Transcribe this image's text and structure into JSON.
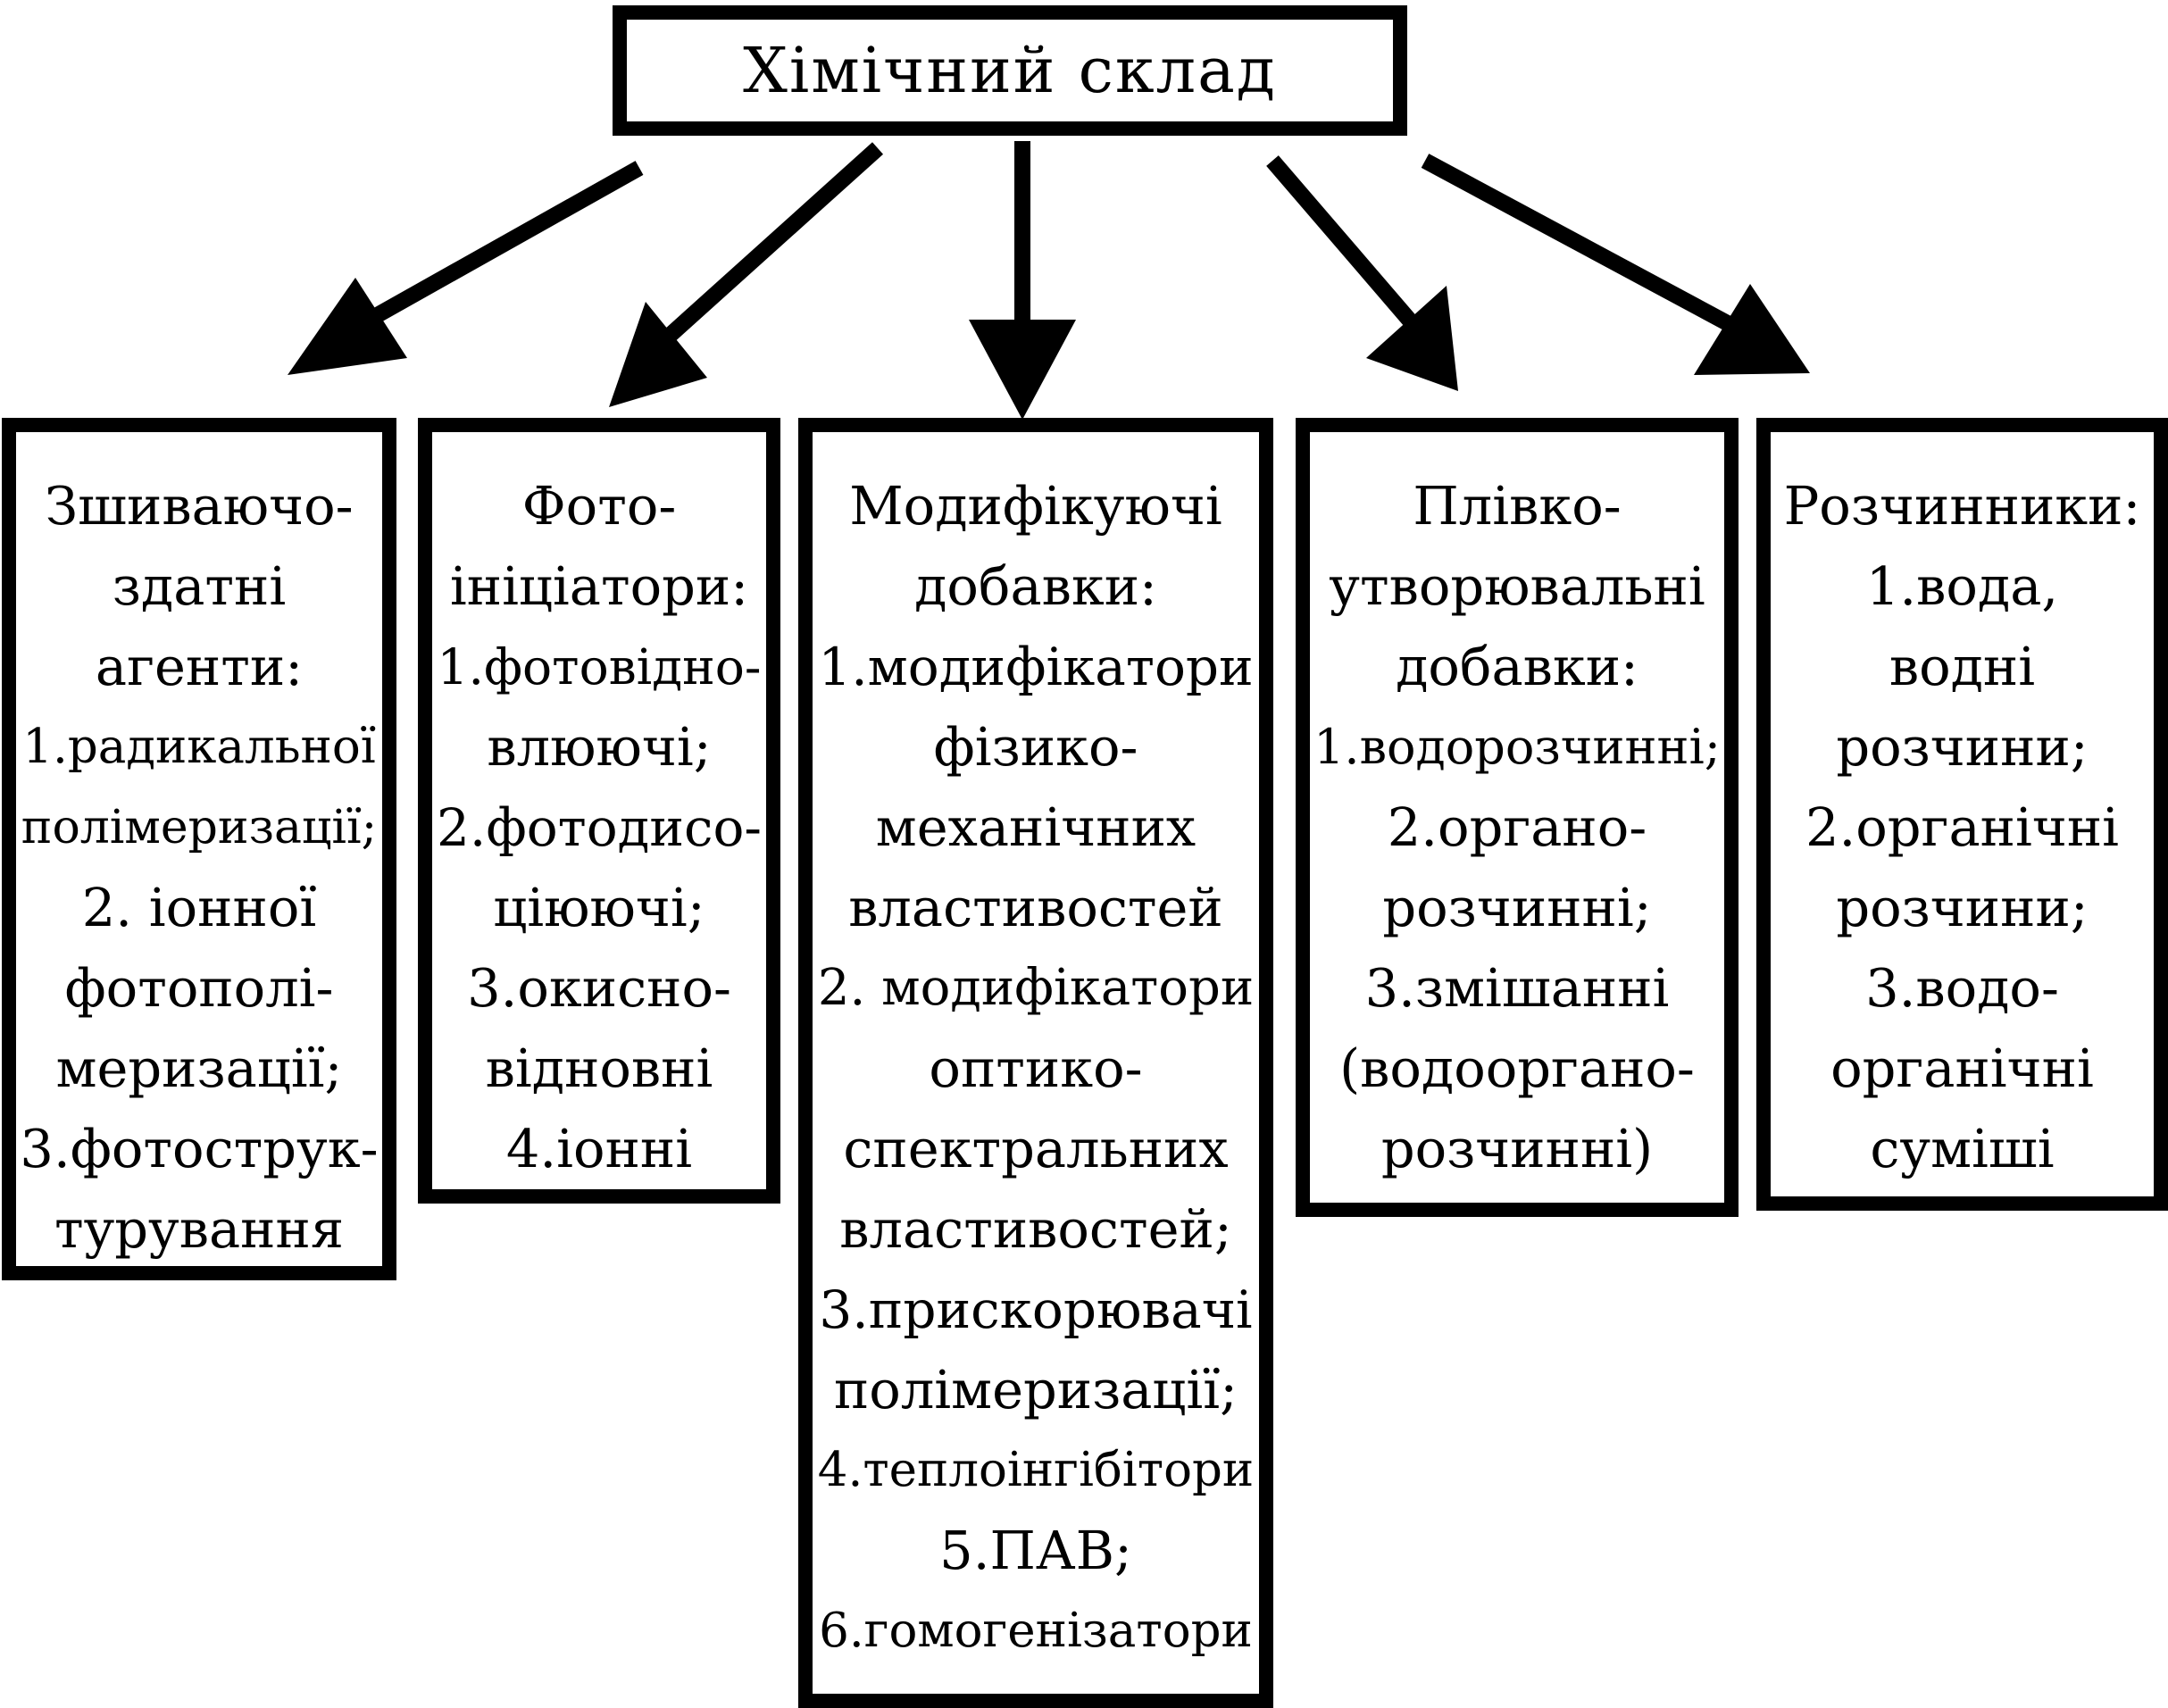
{
  "diagram": {
    "root": {
      "title": "Хімічний склад"
    },
    "categories": [
      {
        "id": "crosslinking",
        "lines": [
          "Зшиваючо-",
          "здатні",
          "агенти:",
          "1.радикальної",
          "полімеризації;",
          "2. іонної",
          "фотополі-",
          "меризації;",
          "3.фотострук-",
          "турування"
        ]
      },
      {
        "id": "photoinitiators",
        "lines": [
          "Фото-",
          "ініціатори:",
          "1.фотовідно-",
          "влюючі;",
          "2.фотодисо-",
          "ціюючі;",
          "3.окисно-",
          "відновні",
          "4.іонні"
        ]
      },
      {
        "id": "modifiers",
        "lines": [
          "Модифікуючі",
          "добавки:",
          "1.модифікатори",
          "фізико-",
          "механічних",
          "властивостей",
          "2. модифікатори",
          "оптико-",
          "спектральних",
          "властивостей;",
          "3.прискорювачі",
          "полімеризації;",
          "4.теплоінгібітори",
          "5.ПАВ;",
          "6.гомогенізатори"
        ]
      },
      {
        "id": "film-forming",
        "lines": [
          "Плівко-",
          "утворювальні",
          "добавки:",
          "1.водорозчинні;",
          "2.органо-",
          "розчинні;",
          "3.змішанні",
          "(водооргано-",
          "розчинні)"
        ]
      },
      {
        "id": "solvents",
        "lines": [
          "Розчинники:",
          "1.вода,",
          "водні",
          "розчини;",
          "2.органічні",
          "розчини;",
          "3.водо-",
          "органічні",
          "суміші"
        ]
      }
    ]
  }
}
